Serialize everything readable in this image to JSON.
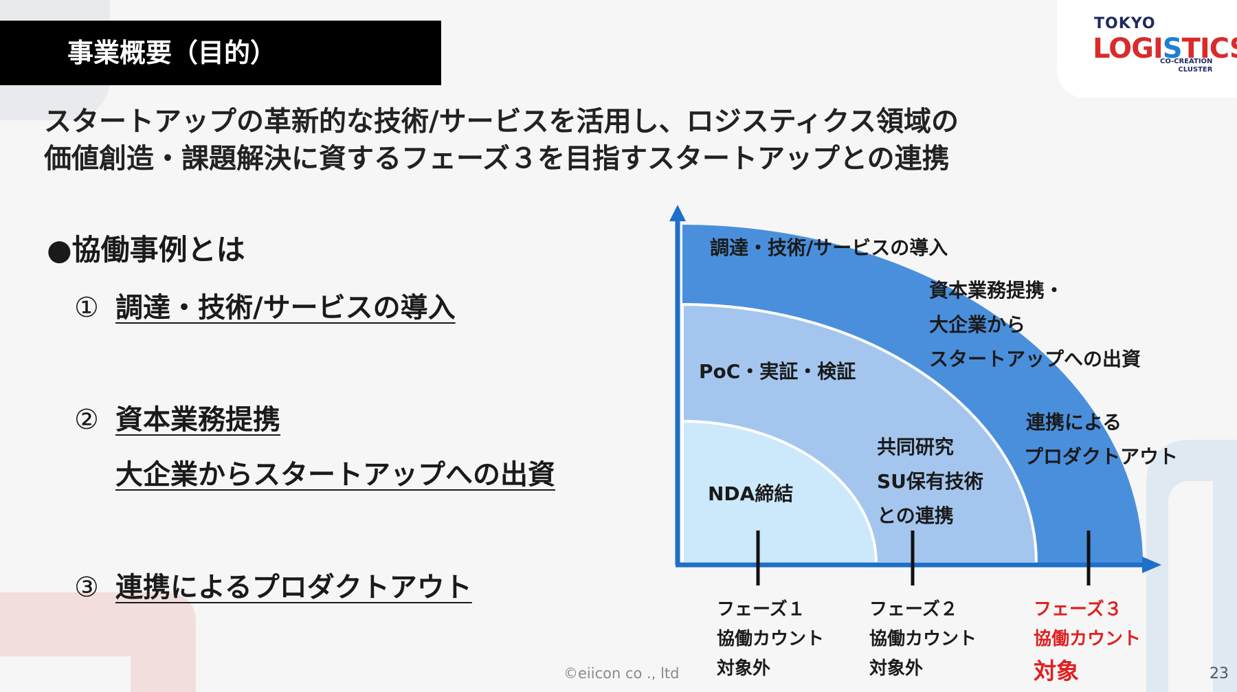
{
  "header": {
    "title": "事業概要（目的）"
  },
  "logo": {
    "line1": "TOKYO",
    "part1": "LOGI",
    "part2": "S",
    "part3": "TICS",
    "sub1": "CO-CREATION",
    "sub2": "CLUSTER"
  },
  "headline": {
    "line1": "スタートアップの革新的な技術/サービスを活用し、ロジスティクス領域の",
    "line2": "価値創造・課題解決に資するフェーズ３を目指すスタートアップとの連携"
  },
  "examples": {
    "title": "●協働事例とは",
    "items": [
      {
        "num": "①",
        "text": "調達・技術/サービスの導入"
      },
      {
        "num": "②",
        "text": "資本業務提携",
        "text2": "大企業からスタートアップへの出資"
      },
      {
        "num": "③",
        "text": "連携によるプロダクトアウト"
      }
    ]
  },
  "diagram": {
    "outer_label": "調達・技術/サービスの導入",
    "outer_right": [
      "資本業務提携・",
      "大企業から",
      "スタートアップへの出資"
    ],
    "outer_right2": [
      "連携による",
      "プロダクトアウト"
    ],
    "middle_left": "PoC・実証・検証",
    "middle_right": [
      "共同研究",
      "SU保有技術",
      "との連携"
    ],
    "inner": "NDA締結",
    "phases": [
      {
        "lines": [
          "フェーズ１",
          "協働カウント",
          "対象外"
        ],
        "highlight": false
      },
      {
        "lines": [
          "フェーズ２",
          "協働カウント",
          "対象外"
        ],
        "highlight": false
      },
      {
        "lines": [
          "フェーズ３",
          "協働カウント",
          "対象"
        ],
        "highlight": true
      }
    ],
    "colors": {
      "outer": "#4a8fdc",
      "middle": "#a4c6ee",
      "inner": "#cbe9fa",
      "axis": "#1d6fc7",
      "highlight": "#e02020"
    }
  },
  "footer": {
    "copyright": "©eiicon co ., ltd",
    "page": "23"
  }
}
